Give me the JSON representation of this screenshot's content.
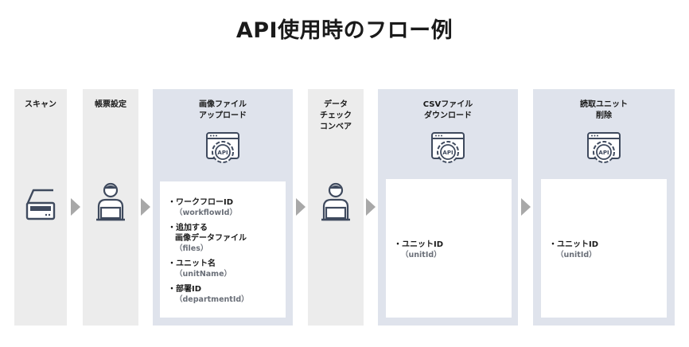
{
  "title": "API使用時のフロー例",
  "columns": [
    {
      "lines": [
        "スキャン"
      ]
    },
    {
      "lines": [
        "帳票設定"
      ]
    },
    {
      "lines": [
        "画像ファイル",
        "アップロード"
      ]
    },
    {
      "lines": [
        "データ",
        "チェック",
        "コンベア"
      ]
    },
    {
      "lines": [
        "CSVファイル",
        "ダウンロード"
      ]
    },
    {
      "lines": [
        "読取ユニット",
        "削除"
      ]
    }
  ],
  "api_icon_text": "API",
  "panels": {
    "upload": [
      {
        "label": "・ワークフローID",
        "param": "（workflowId）"
      },
      {
        "label": "・追加する",
        "label2": "画像データファイル",
        "param": "（files）"
      },
      {
        "label": "・ユニット名",
        "param": "（unitName）"
      },
      {
        "label": "・部署ID",
        "param": "（departmentId）"
      }
    ],
    "download": [
      {
        "label": "・ユニットID",
        "param": "（unitId）"
      }
    ],
    "delete": [
      {
        "label": "・ユニットID",
        "param": "（unitId）"
      }
    ]
  },
  "colors": {
    "column_gray": "#ececec",
    "column_api": "#dfe3ec",
    "icon_stroke": "#3f4a5e",
    "arrow": "#a8a8a8"
  },
  "icons": [
    "scanner-icon",
    "person-laptop-icon",
    "api-gear-icon",
    "arrow-right-icon"
  ]
}
